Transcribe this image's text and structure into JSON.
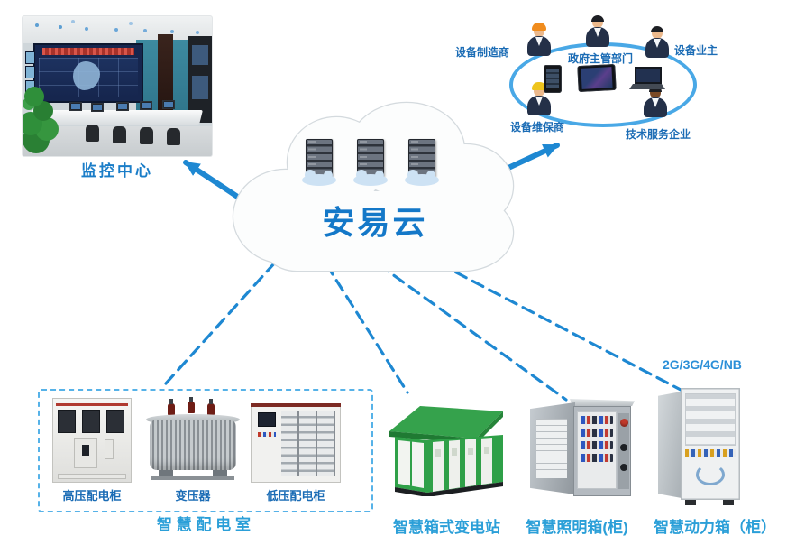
{
  "cloud": {
    "title": "安易云"
  },
  "monitoring_center": {
    "label": "监控中心"
  },
  "stakeholders": {
    "items": [
      {
        "label": "设备制造商"
      },
      {
        "label": "政府主管部门"
      },
      {
        "label": "设备业主"
      },
      {
        "label": "设备维保商"
      },
      {
        "label": "技术服务企业"
      }
    ]
  },
  "network": {
    "label": "2G/3G/4G/NB"
  },
  "distribution_room": {
    "label": "智 慧 配 电 室",
    "equipment": [
      {
        "label": "高压配电柜"
      },
      {
        "label": "变压器"
      },
      {
        "label": "低压配电柜"
      }
    ]
  },
  "sites": [
    {
      "label": "智慧箱式变电站"
    },
    {
      "label": "智慧照明箱(柜)"
    },
    {
      "label": "智慧动力箱（柜）"
    }
  ],
  "colors": {
    "accent_blue": "#1478c8",
    "label_dark_blue": "#1b6cb5",
    "label_cyan_blue": "#2b9fd8",
    "line_blue": "#1e88d2",
    "dashed_box_blue": "#56b2e8",
    "ellipse_blue": "#49a8e6",
    "substation_green": "#2fa048"
  }
}
